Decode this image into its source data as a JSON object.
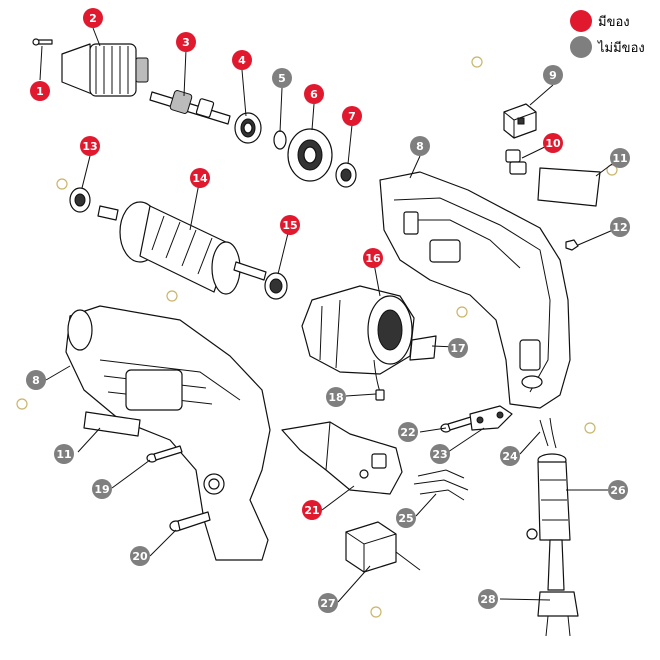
{
  "legend": {
    "available_label": "มีของ",
    "unavailable_label": "ไม่มีของ",
    "available_color": "#e0192f",
    "unavailable_color": "#7f7f7f"
  },
  "parts": [
    {
      "num": "1",
      "status": "available"
    },
    {
      "num": "2",
      "status": "available"
    },
    {
      "num": "3",
      "status": "available"
    },
    {
      "num": "4",
      "status": "available"
    },
    {
      "num": "5",
      "status": "unavailable"
    },
    {
      "num": "6",
      "status": "available"
    },
    {
      "num": "7",
      "status": "available"
    },
    {
      "num": "8",
      "status": "unavailable"
    },
    {
      "num": "9",
      "status": "unavailable"
    },
    {
      "num": "10",
      "status": "available"
    },
    {
      "num": "11",
      "status": "unavailable"
    },
    {
      "num": "12",
      "status": "unavailable"
    },
    {
      "num": "13",
      "status": "available"
    },
    {
      "num": "14",
      "status": "available"
    },
    {
      "num": "15",
      "status": "available"
    },
    {
      "num": "16",
      "status": "available"
    },
    {
      "num": "17",
      "status": "unavailable"
    },
    {
      "num": "18",
      "status": "unavailable"
    },
    {
      "num": "8",
      "status": "unavailable"
    },
    {
      "num": "11",
      "status": "unavailable"
    },
    {
      "num": "19",
      "status": "unavailable"
    },
    {
      "num": "20",
      "status": "unavailable"
    },
    {
      "num": "21",
      "status": "available"
    },
    {
      "num": "22",
      "status": "unavailable"
    },
    {
      "num": "23",
      "status": "unavailable"
    },
    {
      "num": "24",
      "status": "unavailable"
    },
    {
      "num": "25",
      "status": "unavailable"
    },
    {
      "num": "26",
      "status": "unavailable"
    },
    {
      "num": "27",
      "status": "unavailable"
    },
    {
      "num": "28",
      "status": "unavailable"
    }
  ]
}
